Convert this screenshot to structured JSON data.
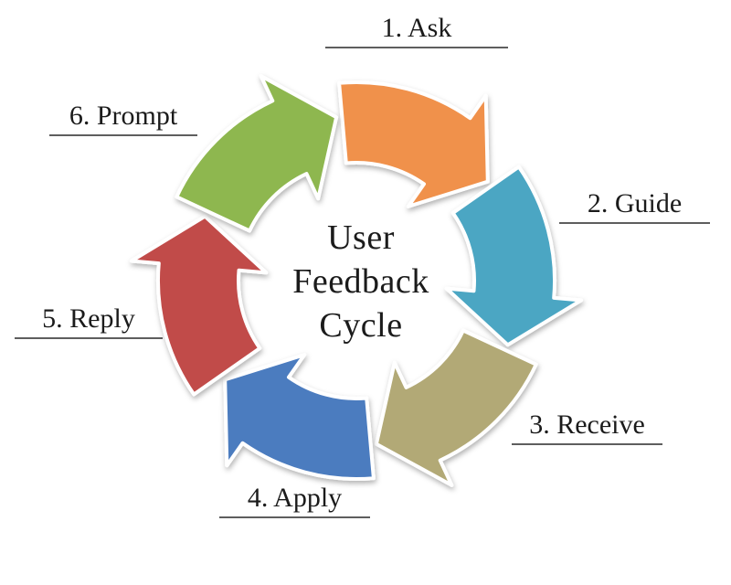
{
  "title": {
    "text": "User Feedback Cycle",
    "lines": [
      "User",
      "Feedback",
      "Cycle"
    ]
  },
  "cycle": {
    "direction": "clockwise",
    "segments": [
      {
        "id": "ask",
        "label": "1. Ask",
        "color": "#F0914C"
      },
      {
        "id": "guide",
        "label": "2. Guide",
        "color": "#4BA6C3"
      },
      {
        "id": "receive",
        "label": "3. Receive",
        "color": "#B2A976"
      },
      {
        "id": "apply",
        "label": "4. Apply",
        "color": "#4C7BBF"
      },
      {
        "id": "reply",
        "label": "5. Reply",
        "color": "#C14B49"
      },
      {
        "id": "prompt",
        "label": "6. Prompt",
        "color": "#8EB74F"
      }
    ]
  },
  "colors": {
    "background": "#FFFFFF",
    "text": "#1B1B1B",
    "underline": "#5E5E5E",
    "arrow_outline": "#FFFFFF"
  }
}
